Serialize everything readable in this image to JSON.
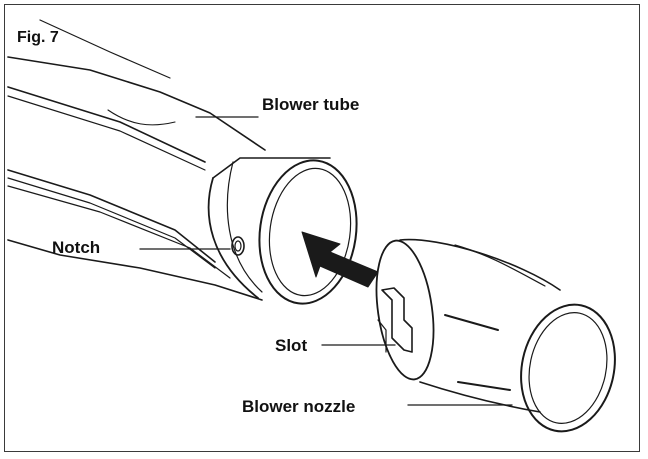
{
  "figure": {
    "label": "Fig. 7"
  },
  "callouts": {
    "blower_tube": "Blower tube",
    "notch": "Notch",
    "slot": "Slot",
    "blower_nozzle": "Blower nozzle"
  },
  "colors": {
    "line": "#1a1a1a",
    "background": "#ffffff"
  },
  "icons": {
    "direction": "arrow-icon"
  }
}
